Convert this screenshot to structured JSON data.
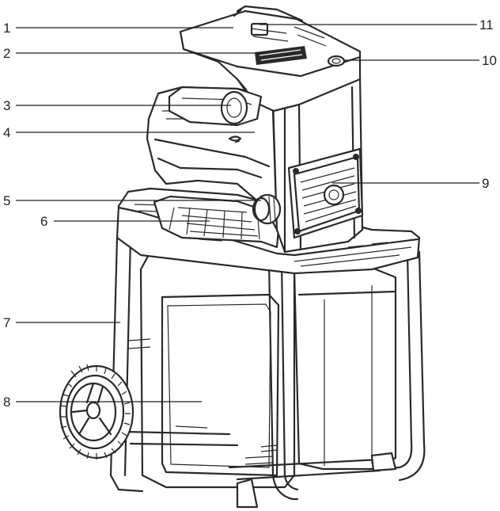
{
  "callouts": [
    {
      "n": "1",
      "side": "left"
    },
    {
      "n": "2",
      "side": "left"
    },
    {
      "n": "3",
      "side": "left"
    },
    {
      "n": "4",
      "side": "left"
    },
    {
      "n": "5",
      "side": "left"
    },
    {
      "n": "6",
      "side": "left"
    },
    {
      "n": "7",
      "side": "left"
    },
    {
      "n": "8",
      "side": "left"
    },
    {
      "n": "9",
      "side": "right"
    },
    {
      "n": "10",
      "side": "right"
    },
    {
      "n": "11",
      "side": "right"
    }
  ],
  "colors": {
    "line": "#2a2a2a",
    "background": "#ffffff"
  }
}
